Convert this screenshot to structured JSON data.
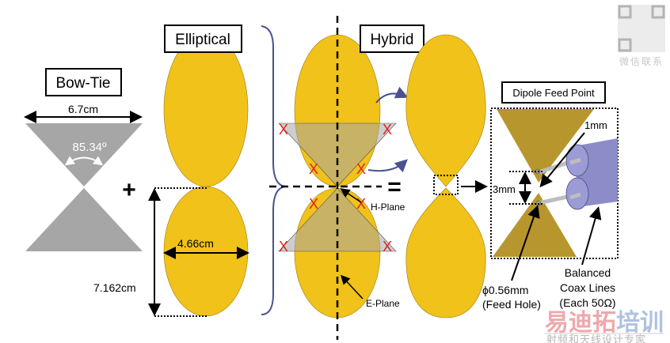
{
  "labels": {
    "bowtie": "Bow-Tie",
    "elliptical": "Elliptical",
    "hybrid": "Hybrid",
    "feed_point": "Dipole Feed Point",
    "plus": "+",
    "equals": "=",
    "width_bowtie": "6.7cm",
    "angle": "85.34º",
    "ellipse_width": "4.66cm",
    "ellipse_height": "7.162cm",
    "h_plane": "H-Plane",
    "e_plane": "E-Plane",
    "gap_1mm": "1mm",
    "gap_3mm": "3mm",
    "hole_line1": "ϕ0.56mm",
    "hole_line2": "(Feed Hole)",
    "coax_line1": "Balanced",
    "coax_line2": "Coax Lines",
    "coax_line3": "(Each 50Ω)",
    "x_mark": "X"
  },
  "watermark": {
    "qr_caption": "微信联系",
    "brand_red": "易迪拓",
    "brand_blue": "培训",
    "tagline": "射频和天线设计专家"
  },
  "colors": {
    "gold": "#F0C21A",
    "grey": "#A6A6A6",
    "feed_gold": "#B8962E",
    "coax": "#8C8CC8",
    "brace": "#4A5290",
    "x_red": "#E02020"
  }
}
